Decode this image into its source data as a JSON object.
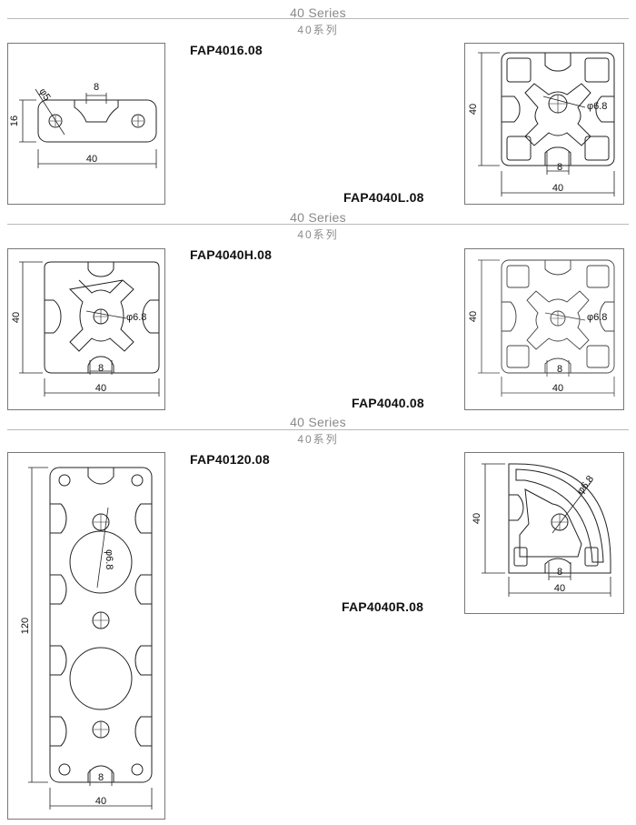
{
  "sections": [
    {
      "title_en": "40 Series",
      "title_cn": "40系列"
    },
    {
      "title_en": "40 Series",
      "title_cn": "40系列"
    },
    {
      "title_en": "40 Series",
      "title_cn": "40系列"
    }
  ],
  "profiles": {
    "fap4016": {
      "code": "FAP4016.08",
      "dim_width": "40",
      "dim_height": "16",
      "dim_slot": "8",
      "dim_hole": "φ5"
    },
    "fap4040l": {
      "code": "FAP4040L.08",
      "dim_width": "40",
      "dim_height": "40",
      "dim_slot": "8",
      "dim_hole": "φ6.8"
    },
    "fap4040h": {
      "code": "FAP4040H.08",
      "dim_width": "40",
      "dim_height": "40",
      "dim_slot": "8",
      "dim_hole": "φ6.8"
    },
    "fap4040": {
      "code": "FAP4040.08",
      "dim_width": "40",
      "dim_height": "40",
      "dim_slot": "8",
      "dim_hole": "φ6.8"
    },
    "fap40120": {
      "code": "FAP40120.08",
      "dim_width": "40",
      "dim_height": "120",
      "dim_slot": "8",
      "dim_hole": "φ6.8"
    },
    "fap4040r": {
      "code": "FAP4040R.08",
      "dim_width": "40",
      "dim_height": "40",
      "dim_slot": "8",
      "dim_hole": "φ6.8"
    }
  }
}
